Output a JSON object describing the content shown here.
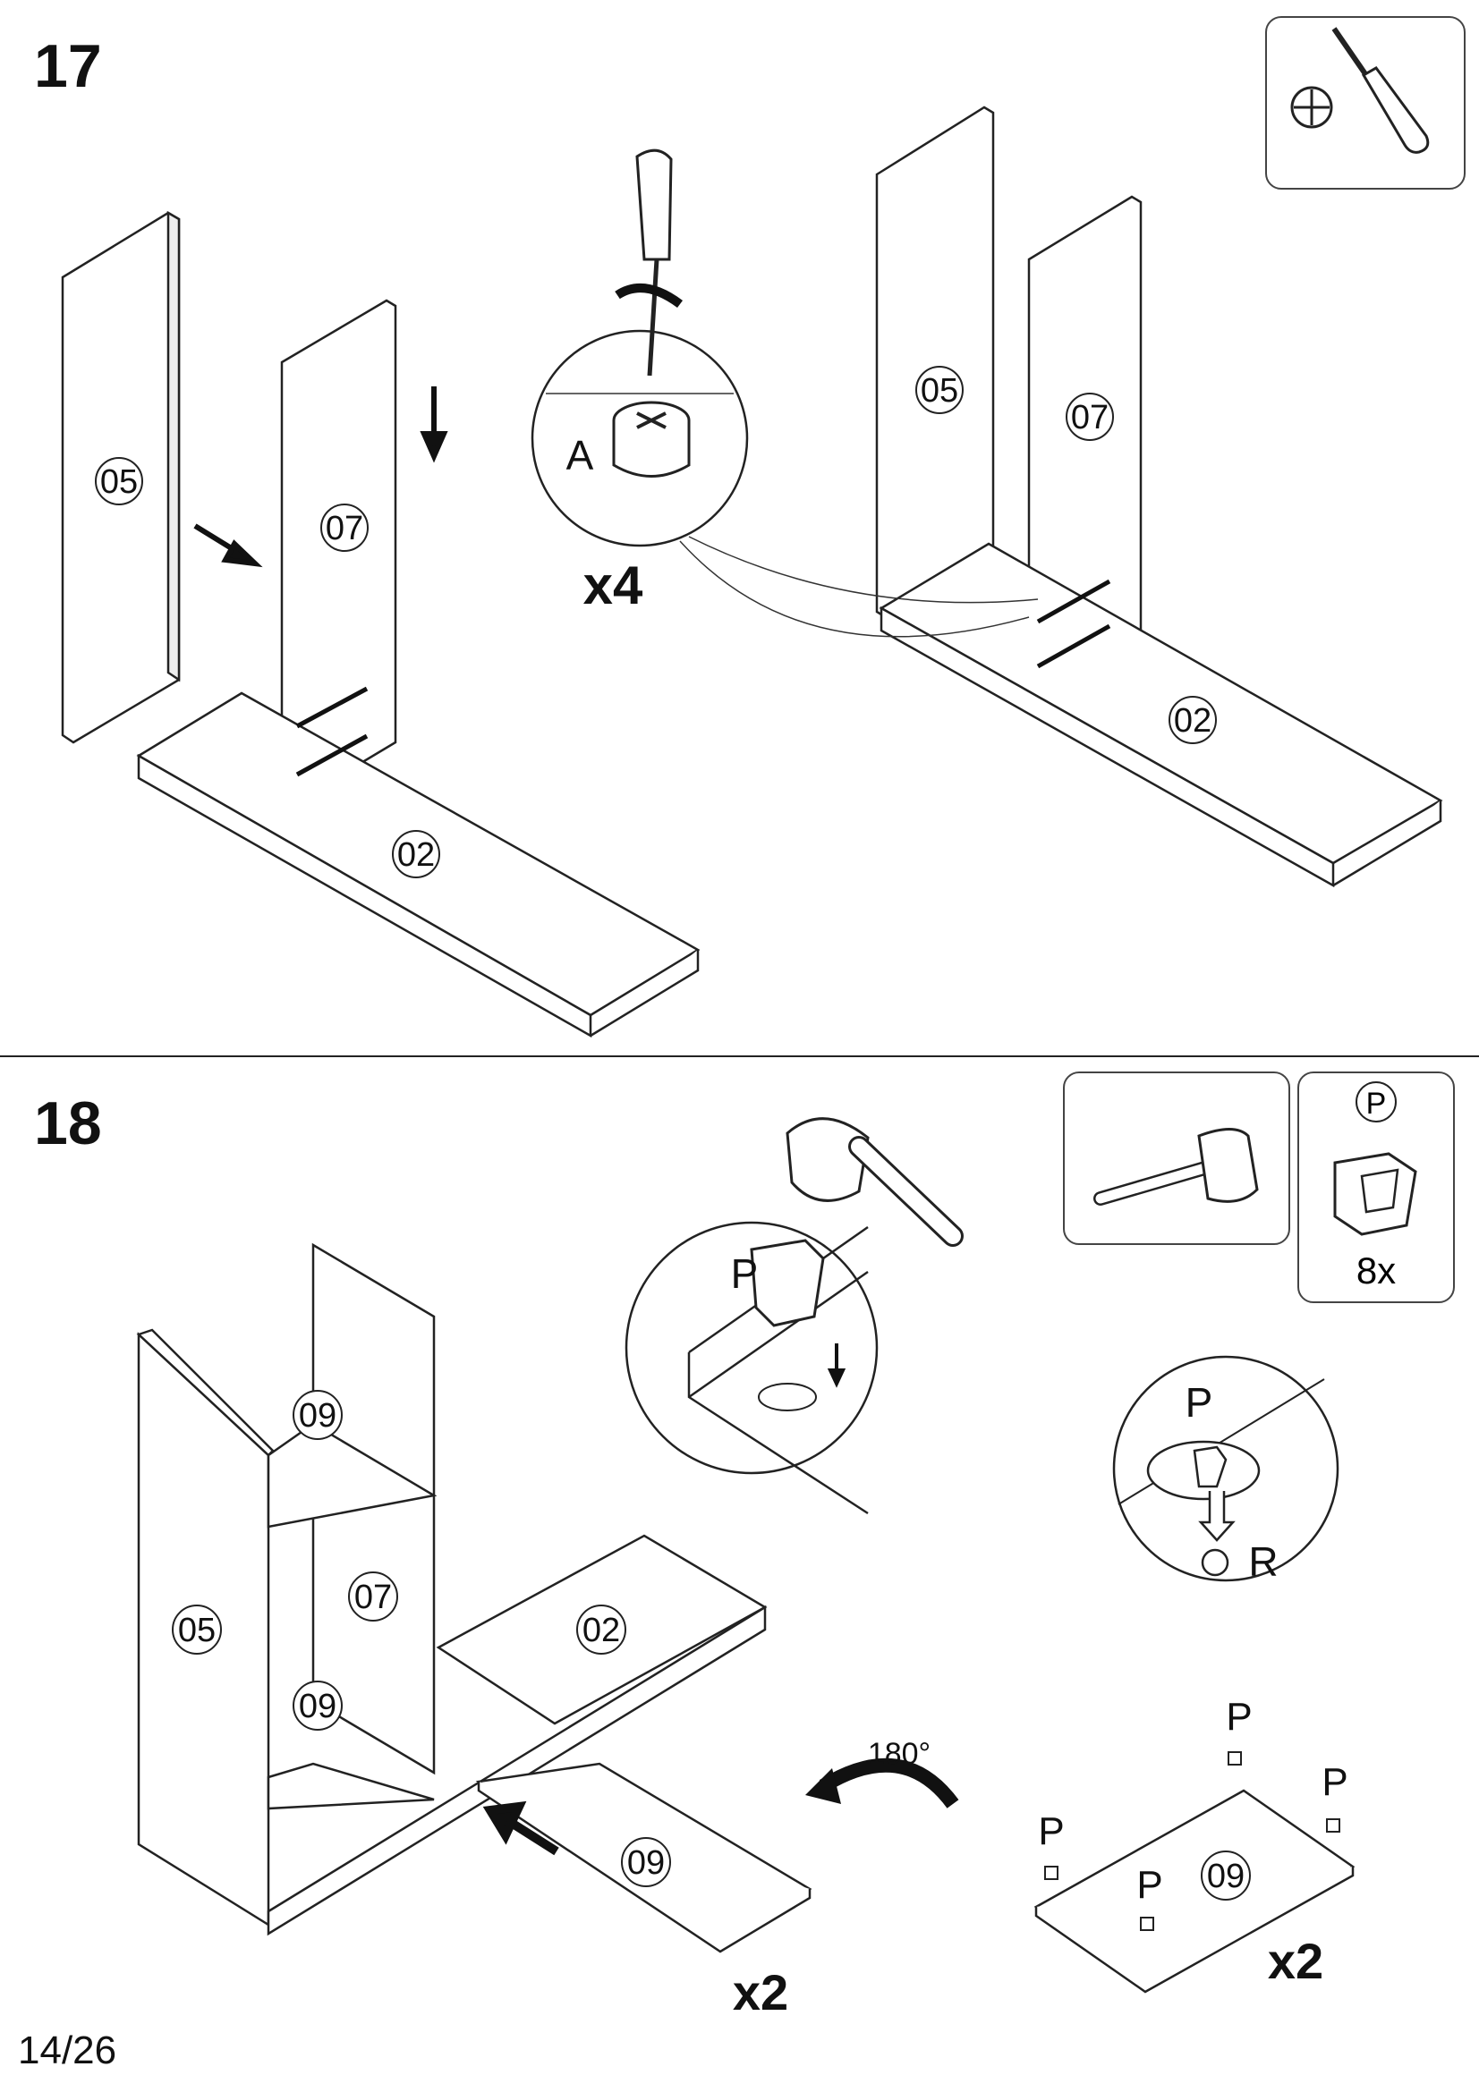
{
  "page": {
    "number": "14/26"
  },
  "step17": {
    "number": "17",
    "tool": "phillips-screwdriver-icon",
    "panels": {
      "side_left": "05",
      "inner": "07",
      "base": "02"
    },
    "detail": {
      "part": "A",
      "qty": "x4"
    }
  },
  "step18": {
    "number": "18",
    "tools": [
      {
        "icon": "mallet-icon"
      },
      {
        "icon": "shelf-support-peg-icon",
        "part": "P",
        "qty": "8x"
      }
    ],
    "panels": {
      "side_left": "05",
      "inner": "07",
      "base": "02",
      "shelf": "09"
    },
    "detail_peg": {
      "part": "P"
    },
    "detail_connector": {
      "part_top": "P",
      "part_bottom": "R"
    },
    "shelf_groups": {
      "qty_left": "x2",
      "qty_right": "x2",
      "rotation": "180°",
      "peg_label": "P"
    }
  }
}
